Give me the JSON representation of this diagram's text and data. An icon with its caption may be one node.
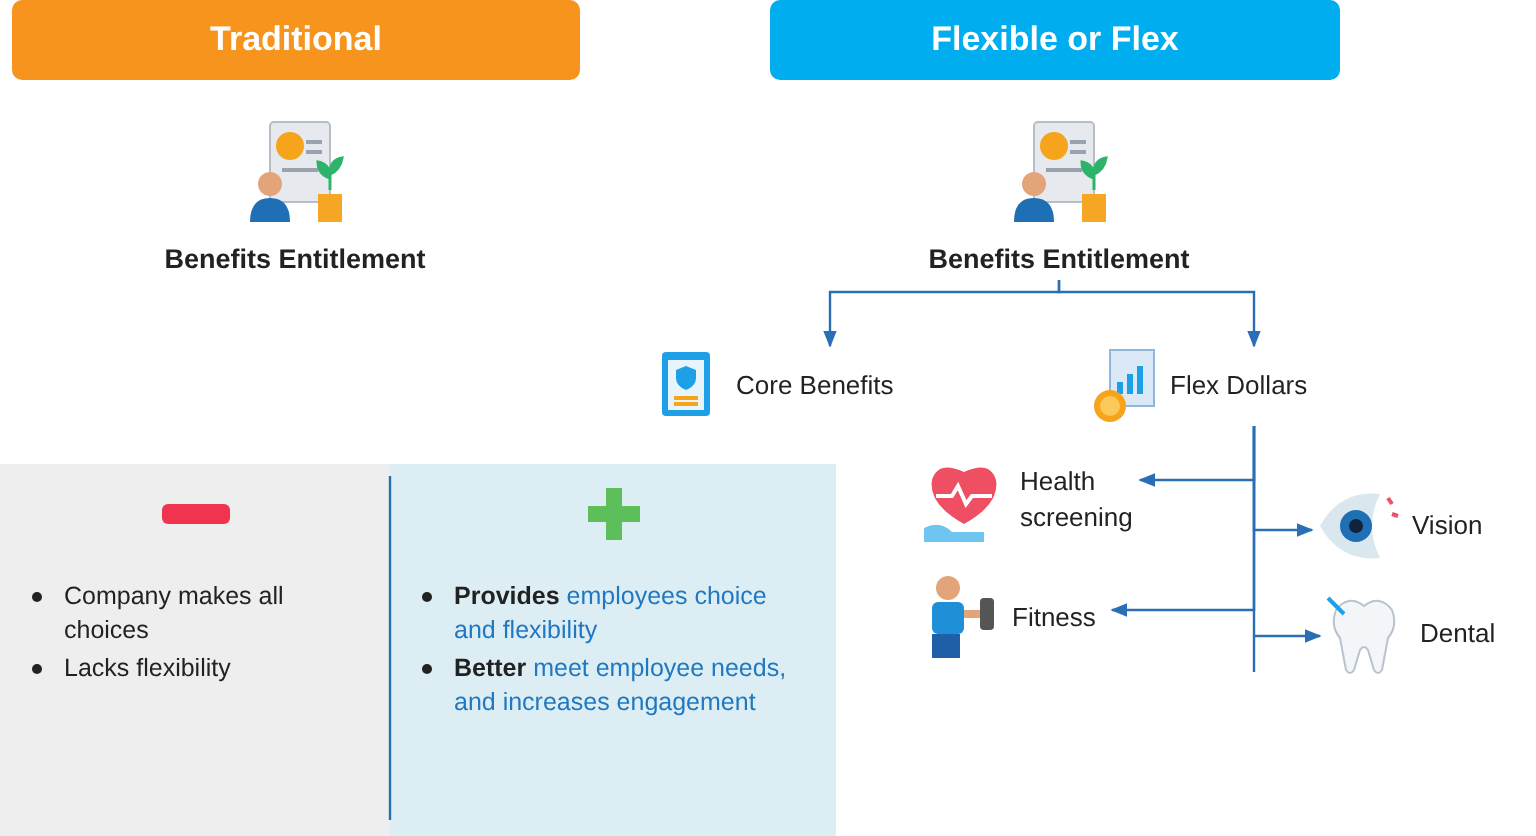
{
  "diagram": {
    "nodes": [
      {
        "text": [
          "Traditional"
        ]
      },
      {
        "text": [
          "Flexible or Flex"
        ]
      },
      {
        "text": [
          "Benefits Entitlement"
        ]
      },
      {
        "text": [
          "Benefits Entitlement"
        ]
      },
      {
        "text": [
          "Core Benefits"
        ]
      },
      {
        "text": [
          "Flex Dollars"
        ]
      },
      {
        "text": [
          "Health screening"
        ]
      },
      {
        "text": [
          "Fitness"
        ]
      },
      {
        "text": [
          "Vision"
        ]
      },
      {
        "text": [
          "Dental"
        ]
      },
      {
        "text": [
          "Company makes all choices",
          "Lacks flexibility"
        ]
      },
      {
        "text": [
          "**Provides** employees choice and flexibility",
          "**Better** meet employee needs, and increases engagement"
        ]
      }
    ],
    "edges": [
      {
        "from": 3,
        "to": 4,
        "arrow": "to"
      },
      {
        "from": 3,
        "to": 5,
        "arrow": "to"
      },
      {
        "from": 5,
        "to": 6,
        "arrow": "to"
      },
      {
        "from": 5,
        "to": 8,
        "arrow": "to"
      },
      {
        "from": 5,
        "to": 7,
        "arrow": "to"
      },
      {
        "from": 5,
        "to": 9,
        "arrow": "to"
      }
    ]
  }
}
